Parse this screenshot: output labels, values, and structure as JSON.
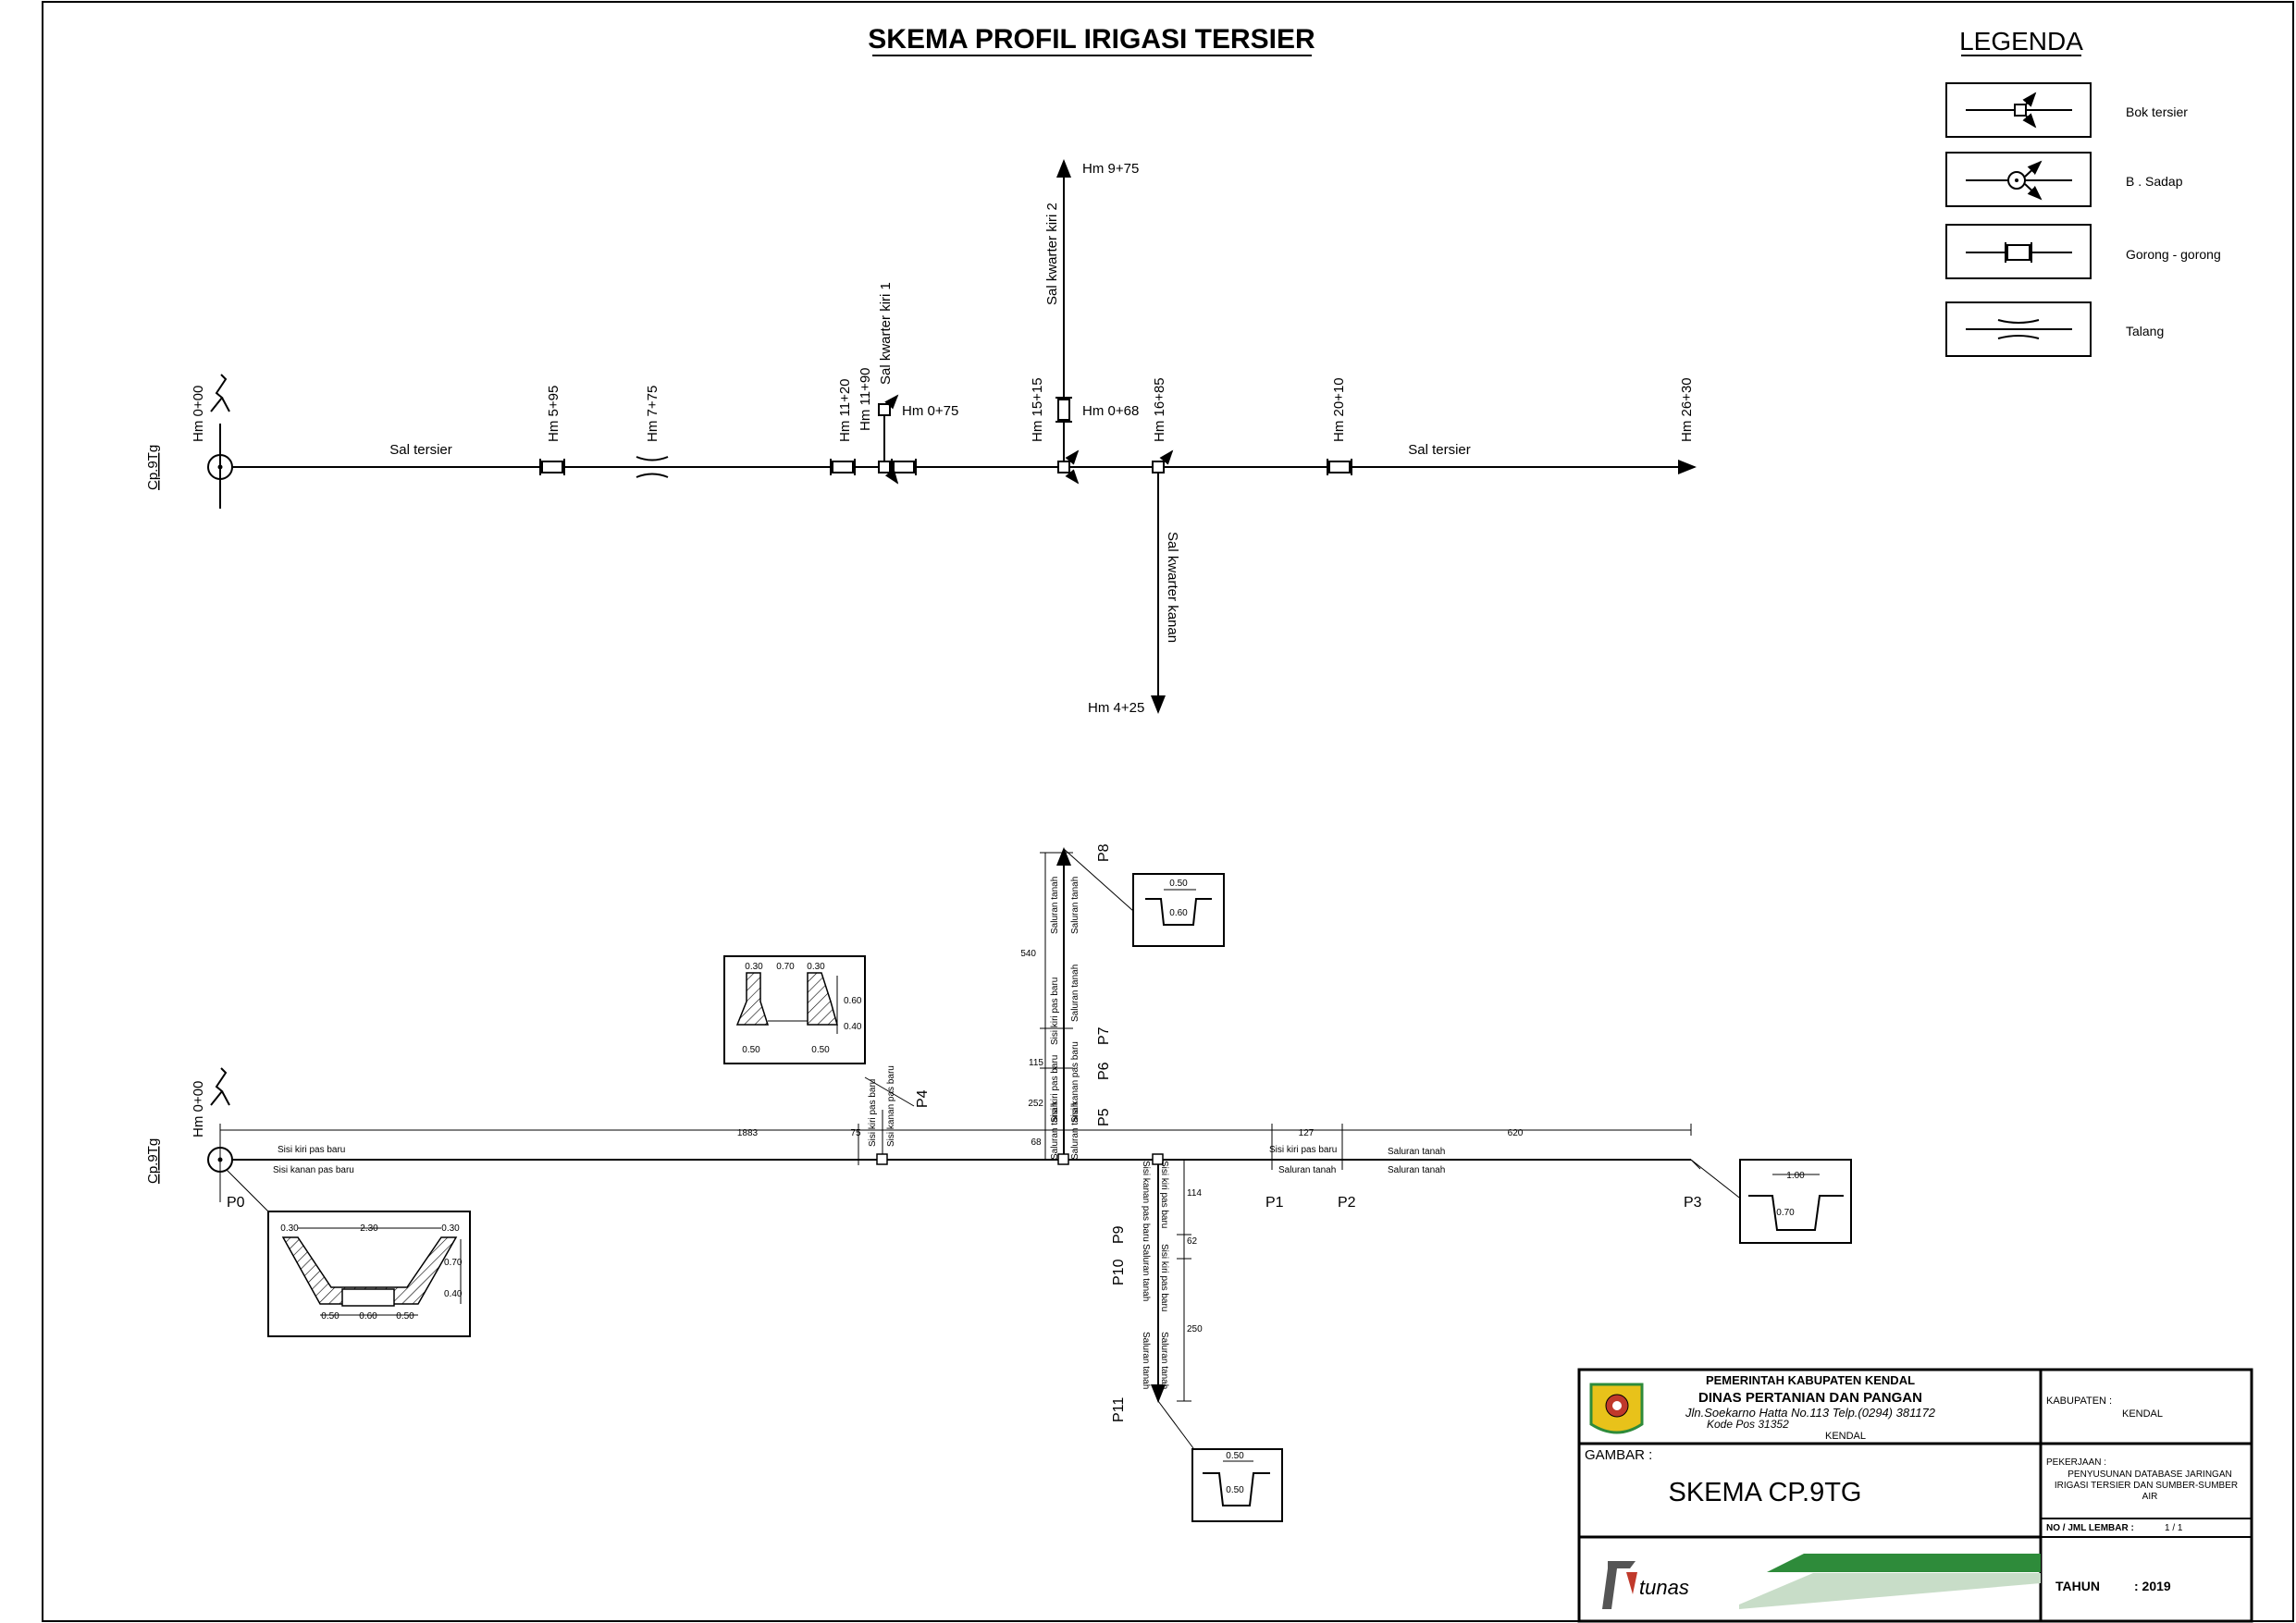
{
  "title": "SKEMA PROFIL IRIGASI TERSIER",
  "legend": {
    "title": "LEGENDA",
    "items": [
      {
        "label": "Bok tersier",
        "icon": "bok-tersier-symbol"
      },
      {
        "label": "B . Sadap",
        "icon": "b-sadap-symbol"
      },
      {
        "label": "Gorong - gorong",
        "icon": "gorong-gorong-symbol"
      },
      {
        "label": "Talang",
        "icon": "talang-symbol"
      }
    ]
  },
  "schema": {
    "source": "Cp.9Tg",
    "start": "Hm 0+00",
    "main_label_left": "Sal tersier",
    "main_label_right": "Sal tersier",
    "stations": [
      "Hm 5+95",
      "Hm 7+75",
      "Hm 11+20",
      "Hm 11+90",
      "Hm 15+15",
      "Hm 16+85",
      "Hm 20+10",
      "Hm 26+30"
    ],
    "branch_kiri_1": {
      "name": "Sal kwarter kiri 1",
      "end": "Hm 0+75"
    },
    "branch_kiri_2": {
      "name": "Sal kwarter kiri 2",
      "mid": "Hm 0+68",
      "end": "Hm 9+75"
    },
    "branch_kanan": {
      "name": "Sal kwarter kanan",
      "end": "Hm 4+25"
    }
  },
  "profile": {
    "source": "Cp.9Tg",
    "start": "Hm 0+00",
    "points": [
      "P0",
      "P1",
      "P2",
      "P3",
      "P4",
      "P5",
      "P6",
      "P7",
      "P8",
      "P9",
      "P10",
      "P11"
    ],
    "dims_main": [
      "1883",
      "75",
      "68",
      "127",
      "620"
    ],
    "dims_up": [
      "540",
      "115",
      "252"
    ],
    "dims_down": [
      "114",
      "62",
      "250"
    ],
    "labels": {
      "kiri_baru": "Sisi kiri pas baru",
      "kanan_baru": "Sisi kanan pas baru",
      "tanah": "Saluran tanah"
    },
    "sections": {
      "trap_main": [
        "0.30",
        "2.30",
        "0.30",
        "0.70",
        "0.40",
        "0.50",
        "0.60",
        "0.50"
      ],
      "p4": [
        "0.30",
        "0.70",
        "0.30",
        "0.60",
        "0.40",
        "0.50",
        "0.50"
      ],
      "p8": [
        "0.50",
        "0.60"
      ],
      "p3": [
        "1.00",
        "0.70"
      ],
      "p11": [
        "0.50",
        "0.50"
      ]
    }
  },
  "title_block": {
    "agency_1": "PEMERINTAH KABUPATEN KENDAL",
    "agency_2": "DINAS PERTANIAN DAN PANGAN",
    "address_1": "Jln.Soekarno Hatta No.113 Telp.(0294) 381172",
    "address_2": "Kode Pos 31352",
    "city": "KENDAL",
    "kabupaten_label": "KABUPATEN :",
    "kabupaten_value": "KENDAL",
    "gambar_label": "GAMBAR :",
    "gambar_value": "SKEMA CP.9TG",
    "pekerjaan_label": "PEKERJAAN :",
    "pekerjaan_1": "PENYUSUNAN DATABASE JARINGAN",
    "pekerjaan_2": "IRIGASI TERSIER DAN SUMBER-SUMBER",
    "pekerjaan_3": "AIR",
    "lembar_label": "NO / JML LEMBAR :",
    "lembar_value": "1 / 1",
    "tahun_label": "TAHUN",
    "tahun_value": ": 2019",
    "logo_text": "tunas"
  },
  "colors": {
    "logo_green": "#2e8b3a",
    "logo_red": "#c0392b",
    "logo_yellow": "#e8c21a"
  }
}
